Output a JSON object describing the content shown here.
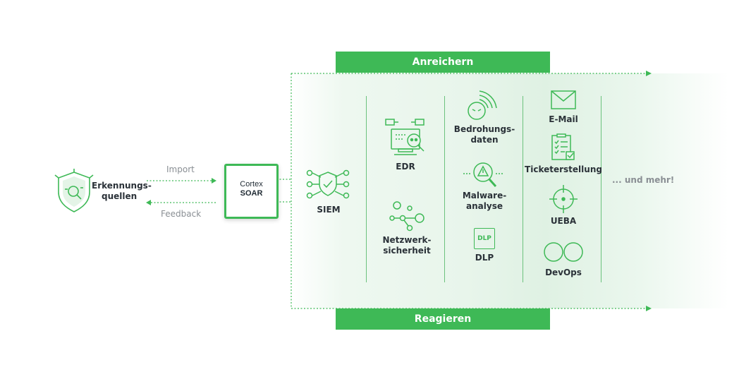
{
  "colors": {
    "accent": "#3eb956",
    "panel": "#e8f5eb",
    "label_gray": "#8a8f94"
  },
  "top_bar": {
    "label": "Anreichern"
  },
  "bottom_bar": {
    "label": "Reagieren"
  },
  "source": {
    "label_line1": "Erkennungs-",
    "label_line2": "quellen",
    "icon": "shield-search-icon"
  },
  "arrows": {
    "import": "Import",
    "feedback": "Feedback"
  },
  "soar": {
    "line1": "Cortex",
    "line2": "SOAR"
  },
  "nodes": {
    "siem": {
      "label": "SIEM",
      "icon": "shield-network-icon"
    },
    "edr": {
      "label": "EDR",
      "icon": "computer-skull-icon"
    },
    "netz": {
      "line1": "Netzwerk-",
      "line2": "sicherheit",
      "icon": "network-nodes-icon"
    },
    "bedrohung": {
      "line1": "Bedrohungs-",
      "line2": "daten",
      "icon": "threat-signal-icon"
    },
    "malware": {
      "line1": "Malware-",
      "line2": "analyse",
      "icon": "warning-magnifier-icon"
    },
    "dlp": {
      "label": "DLP",
      "badge": "DLP",
      "icon": "dlp-icon"
    },
    "email": {
      "label": "E-Mail",
      "icon": "envelope-icon"
    },
    "ticket": {
      "label": "Ticketerstellung",
      "icon": "checklist-icon"
    },
    "ueba": {
      "label": "UEBA",
      "icon": "crosshair-icon"
    },
    "devops": {
      "label": "DevOps",
      "icon": "infinity-icon"
    }
  },
  "more": {
    "label": "... und mehr!"
  }
}
